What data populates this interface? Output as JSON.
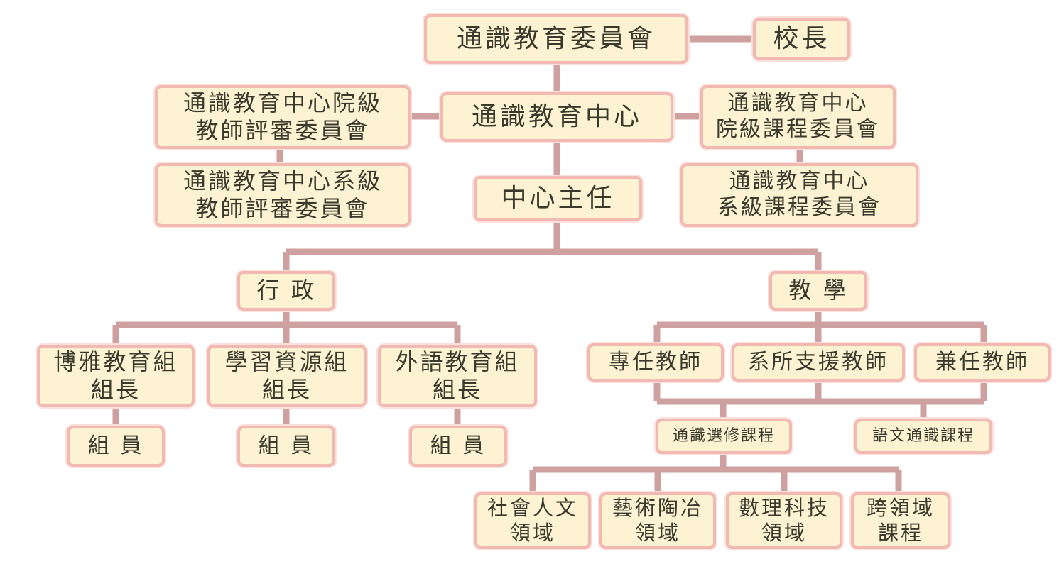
{
  "nodes": {
    "committee": "通識教育委員會",
    "president": "校長",
    "college_teacher_review": [
      "通識教育中心院級",
      "教師評審委員會"
    ],
    "center": "通識教育中心",
    "college_curriculum": [
      "通識教育中心",
      "院級課程委員會"
    ],
    "dept_teacher_review": [
      "通識教育中心系級",
      "教師評審委員會"
    ],
    "director": "中心主任",
    "dept_curriculum": [
      "通識教育中心",
      "系級課程委員會"
    ],
    "admin": "行 政",
    "teaching": "教 學",
    "liberal_arts_leader": [
      "博雅教育組",
      "組長"
    ],
    "learning_resources_leader": [
      "學習資源組",
      "組長"
    ],
    "foreign_language_leader": [
      "外語教育組",
      "組長"
    ],
    "member": "組 員",
    "fulltime_teacher": "專任教師",
    "dept_support_teacher": "系所支援教師",
    "parttime_teacher": "兼任教師",
    "ge_elective": "通識選修課程",
    "language_ge": "語文通識課程",
    "humanities": [
      "社會人文",
      "領域"
    ],
    "arts": [
      "藝術陶冶",
      "領域"
    ],
    "science_tech": [
      "數理科技",
      "領域"
    ],
    "interdisciplinary": [
      "跨領域",
      "課程"
    ]
  },
  "colors": {
    "box_fill": "#fdf3d3",
    "box_border": "#f2b8b2",
    "connector": "#cfa0a0",
    "text": "#3a3a2c"
  }
}
